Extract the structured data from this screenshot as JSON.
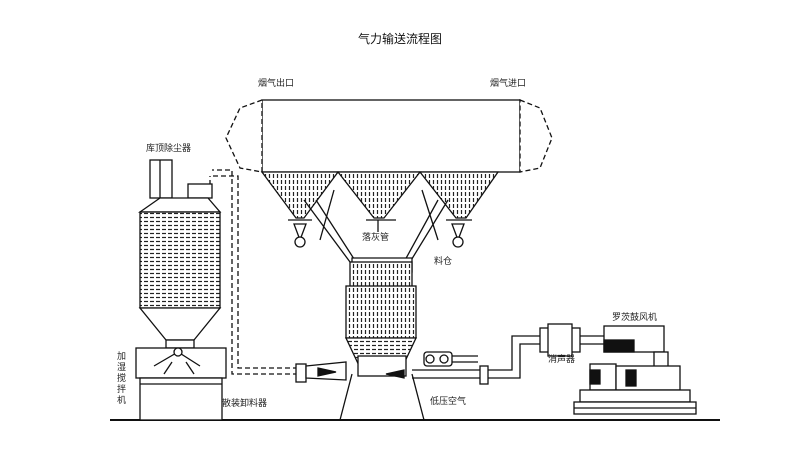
{
  "title": "气力输送流程图",
  "labels": {
    "flue_outlet": "烟气出口",
    "flue_inlet": "烟气进口",
    "dust_collector": "库顶除尘器",
    "drop_pipe": "落灰管",
    "silo": "料仓",
    "humidify_mixer": "加湿搅拌机",
    "bulk_unloader": "散装卸料器",
    "low_pressure_air": "低压空气",
    "silencer": "消声器",
    "roots_blower": "罗茨鼓风机"
  },
  "colors": {
    "line": "#111111",
    "fill": "#ffffff",
    "text": "#222222"
  }
}
